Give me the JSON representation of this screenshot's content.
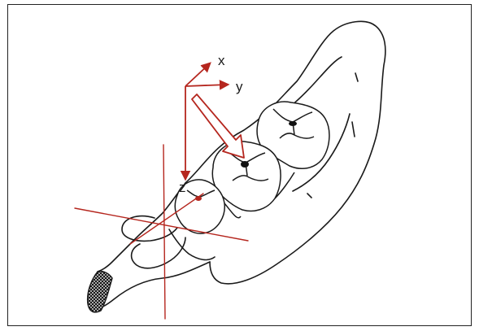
{
  "axes": {
    "x_label": "x",
    "y_label": "y",
    "z_label": "z"
  },
  "colors": {
    "axis_arrow": "#b5261e",
    "reference_line": "#b5261e",
    "outline": "#1a1a1a",
    "background": "#ffffff",
    "marker": "#111111"
  },
  "icons": {
    "view_arrow": "hollow-arrow-icon",
    "coordinate_frame": "xyz-axes-icon"
  }
}
